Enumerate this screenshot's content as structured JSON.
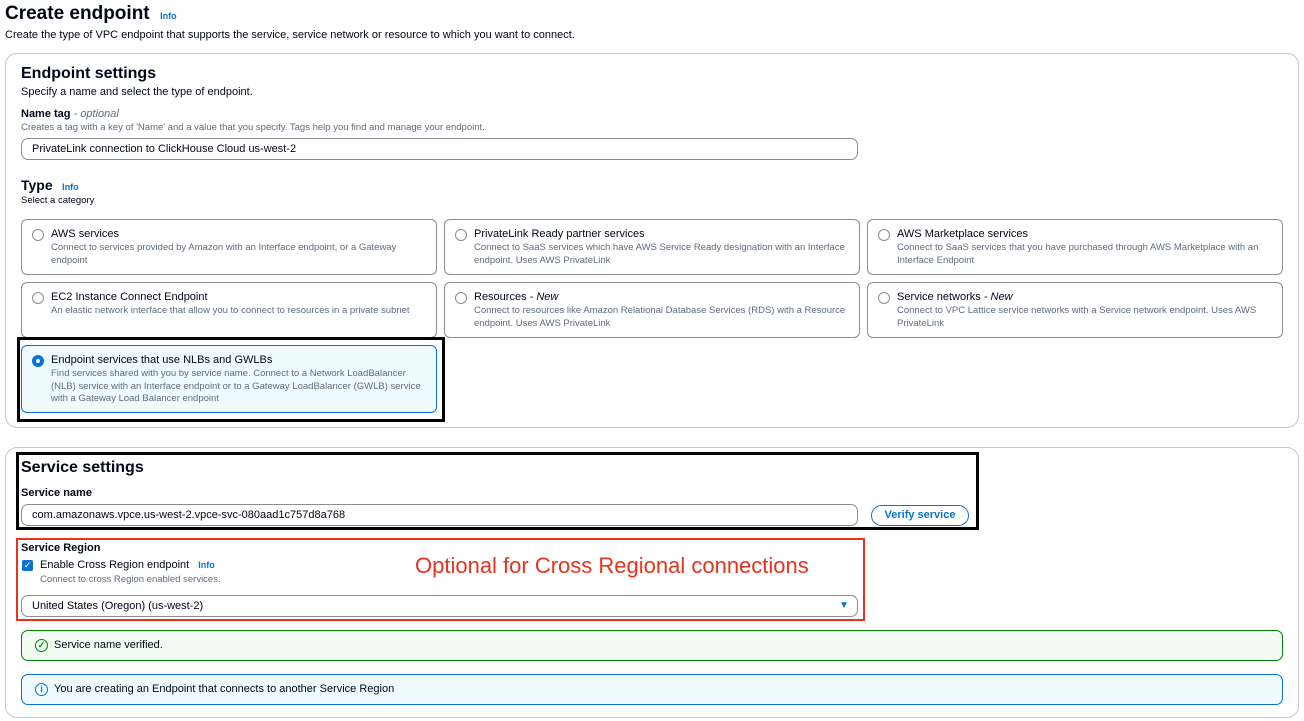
{
  "header": {
    "title": "Create endpoint",
    "info": "Info",
    "subtitle": "Create the type of VPC endpoint that supports the service, service network or resource to which you want to connect."
  },
  "endpoint_settings": {
    "title": "Endpoint settings",
    "subtitle": "Specify a name and select the type of endpoint.",
    "name_tag_label": "Name tag",
    "name_tag_optional": "- optional",
    "name_tag_help": "Creates a tag with a key of 'Name' and a value that you specify. Tags help you find and manage your endpoint.",
    "name_tag_value": "PrivateLink connection to ClickHouse Cloud us-west-2",
    "type_label": "Type",
    "type_info": "Info",
    "type_help": "Select a category",
    "types": [
      {
        "title": "AWS services",
        "badge": "",
        "desc": "Connect to services provided by Amazon with an Interface endpoint, or a Gateway endpoint",
        "selected": false
      },
      {
        "title": "PrivateLink Ready partner services",
        "badge": "",
        "desc": "Connect to SaaS services which have AWS Service Ready designation with an Interface endpoint. Uses AWS PrivateLink",
        "selected": false
      },
      {
        "title": "AWS Marketplace services",
        "badge": "",
        "desc": "Connect to SaaS services that you have purchased through AWS Marketplace with an Interface Endpoint",
        "selected": false
      },
      {
        "title": "EC2 Instance Connect Endpoint",
        "badge": "",
        "desc": "An elastic network interface that allow you to connect to resources in a private subnet",
        "selected": false
      },
      {
        "title": "Resources",
        "badge": "- New",
        "desc": "Connect to resources like Amazon Relational Database Services (RDS) with a Resource endpoint. Uses AWS PrivateLink",
        "selected": false
      },
      {
        "title": "Service networks",
        "badge": "- New",
        "desc": "Connect to VPC Lattice service networks with a Service network endpoint. Uses AWS PrivateLink",
        "selected": false
      },
      {
        "title": "Endpoint services that use NLBs and GWLBs",
        "badge": "",
        "desc": "Find services shared with you by service name. Connect to a Network LoadBalancer (NLB) service with an Interface endpoint or to a Gateway LoadBalancer (GWLB) service with a Gateway Load Balancer endpoint",
        "selected": true
      }
    ]
  },
  "service_settings": {
    "title": "Service settings",
    "service_name_label": "Service name",
    "service_name_value": "com.amazonaws.vpce.us-west-2.vpce-svc-080aad1c757d8a768",
    "verify_button": "Verify service",
    "region_label": "Service Region",
    "cross_region_label": "Enable Cross Region endpoint",
    "cross_region_info": "Info",
    "cross_region_checked": true,
    "cross_region_help": "Connect to cross Region enabled services.",
    "region_value": "United States (Oregon) (us-west-2)",
    "annotation": "Optional for Cross Regional connections",
    "success_alert": "Service name verified.",
    "info_alert": "You are creating an Endpoint that connects to another Service Region"
  },
  "colors": {
    "accent": "#0972d3",
    "annotation": "#e6321e",
    "success": "#037f0c"
  }
}
